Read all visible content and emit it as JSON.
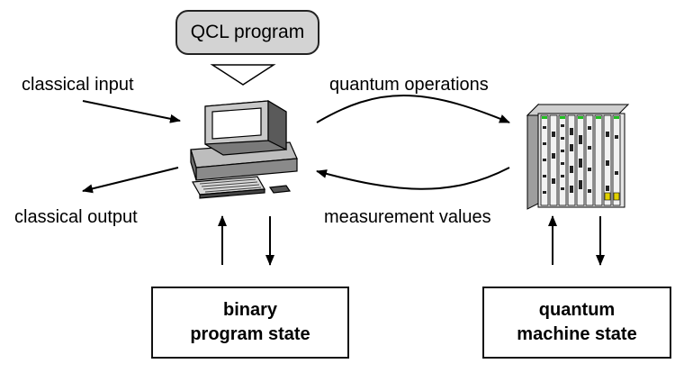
{
  "program_box": {
    "label": "QCL program"
  },
  "labels": {
    "classical_input": "classical input",
    "classical_output": "classical output",
    "quantum_operations": "quantum operations",
    "measurement_values": "measurement values"
  },
  "binary_state_box": {
    "line1": "binary",
    "line2": "program state"
  },
  "quantum_state_box": {
    "line1": "quantum",
    "line2": "machine state"
  },
  "icons": {
    "computer": "computer-workstation-icon",
    "quantum_machine": "quantum-hardware-rack-icon"
  }
}
